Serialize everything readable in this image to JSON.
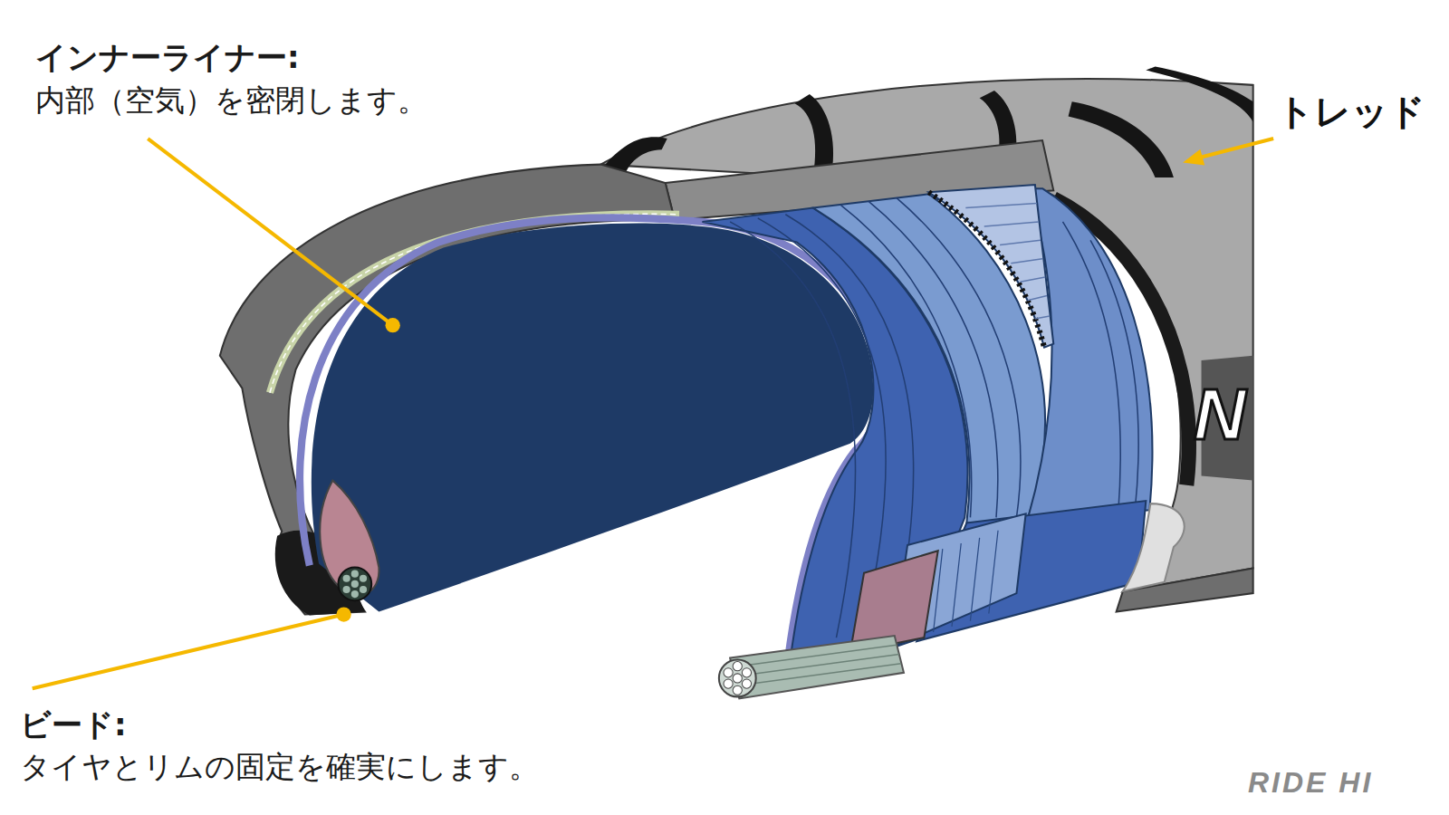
{
  "diagram": {
    "labels": [
      "インナーライナー:",
      "内部（空気）を密閉します。",
      "トレッド",
      "ビード:",
      "タイヤとリムの固定を確実にします。",
      "N",
      "RIDE HI"
    ]
  }
}
